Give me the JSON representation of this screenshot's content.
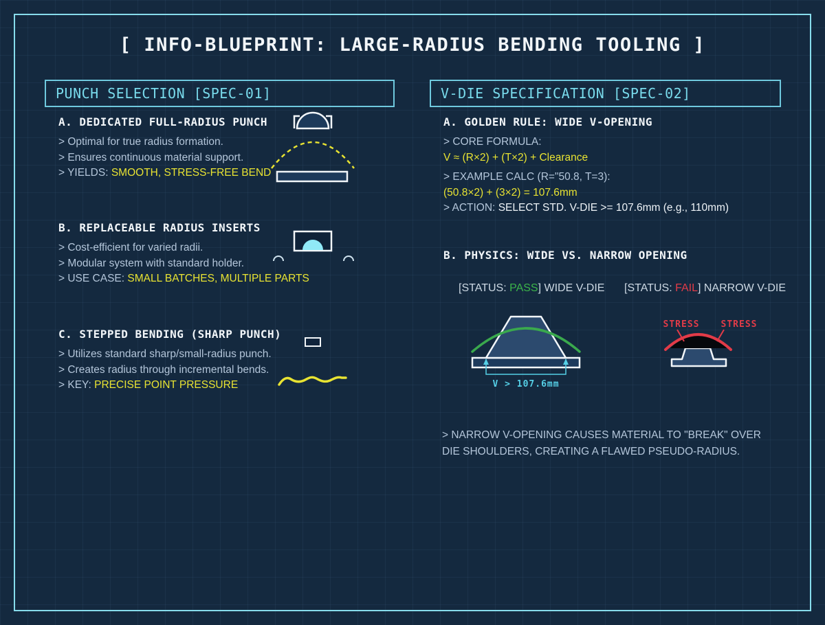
{
  "page": {
    "title": "[ INFO-BLUEPRINT: LARGE-RADIUS BENDING TOOLING ]"
  },
  "colors": {
    "background": "#14293f",
    "frame_cyan": "#87dcec",
    "header_cyan": "#79dbec",
    "body_text": "#b4c6da",
    "highlight_yellow": "#e8e332",
    "status_pass_green": "#3cb44a",
    "status_fail_red": "#e23b48",
    "dimension_cyan": "#55cfe6",
    "arc_green": "#3aa94d",
    "white": "#f2f6f9"
  },
  "punch_panel": {
    "header": "PUNCH SELECTION [SPEC-01]",
    "section_a": {
      "heading": "A. DEDICATED FULL-RADIUS PUNCH",
      "line1": "> Optimal for true radius formation.",
      "line2": "> Ensures continuous material support.",
      "line3_prefix": "> YIELDS: ",
      "line3_highlight": "SMOOTH, STRESS-FREE BEND"
    },
    "section_b": {
      "heading": "B. REPLACEABLE RADIUS INSERTS",
      "line1": "> Cost-efficient for varied radii.",
      "line2": "> Modular system with standard holder.",
      "line3_prefix": "> USE CASE: ",
      "line3_highlight": "SMALL BATCHES, MULTIPLE PARTS"
    },
    "section_c": {
      "heading": "C. STEPPED BENDING (SHARP PUNCH)",
      "line1": "> Utilizes standard sharp/small-radius punch.",
      "line2": "> Creates radius through incremental bends.",
      "line3_prefix": "> KEY: ",
      "line3_highlight": "PRECISE POINT PRESSURE"
    }
  },
  "vdie_panel": {
    "header": "V-DIE SPECIFICATION [SPEC-02]",
    "section_a": {
      "heading": "A. GOLDEN RULE: WIDE V-OPENING",
      "core_formula_label": "> CORE FORMULA:",
      "formula": "V ≈ (R×2) + (T×2) + Clearance",
      "example_label": "> EXAMPLE CALC (R=\"50.8, T=3):",
      "example_calc": "(50.8×2) + (3×2) = 107.6mm",
      "action_prefix": "> ACTION: ",
      "action_text": "SELECT STD. V-DIE >= 107.6mm (e.g., 110mm)"
    },
    "section_b": {
      "heading": "B. PHYSICS: WIDE VS. NARROW OPENING",
      "pass_status": {
        "prefix": "[STATUS: ",
        "value": "PASS",
        "suffix": "] WIDE V-DIE"
      },
      "fail_status": {
        "prefix": "[STATUS: ",
        "value": "FAIL",
        "suffix": "] NARROW V-DIE"
      },
      "wide_die_dimension": "V > 107.6mm",
      "stress_label": "STRESS",
      "note_line1": "> NARROW V-OPENING CAUSES MATERIAL TO \"BREAK\" OVER",
      "note_line2": "DIE SHOULDERS, CREATING A FLAWED PSEUDO-RADIUS."
    }
  }
}
